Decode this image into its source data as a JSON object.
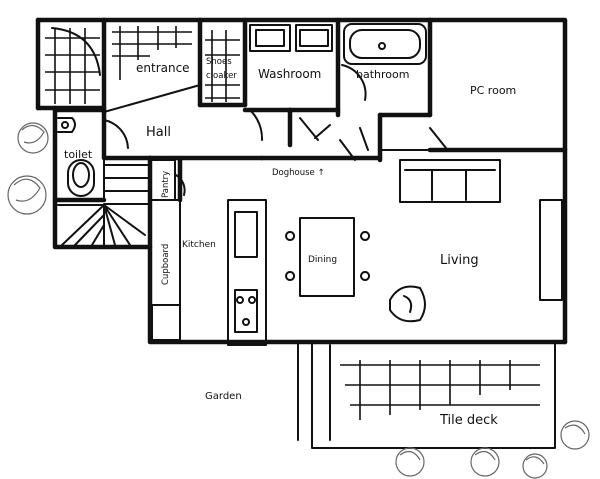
{
  "plan": {
    "rooms": {
      "entrance": "entrance",
      "shoes_cloaker_1": "Shoes",
      "shoes_cloaker_2": "cloaker",
      "washroom": "Washroom",
      "bathroom": "bathroom",
      "pc_room": "PC room",
      "hall": "Hall",
      "toilet": "toilet",
      "pantry": "Pantry",
      "cupboard": "Cupboard",
      "kitchen": "Kitchen",
      "dining": "Dining",
      "living": "Living",
      "doghouse": "Doghouse ↑",
      "garden": "Garden",
      "tile_deck": "Tile deck"
    }
  }
}
